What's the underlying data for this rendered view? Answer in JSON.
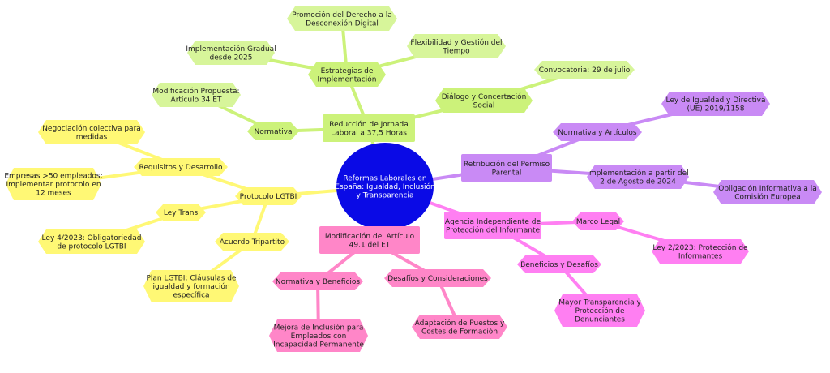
{
  "center": {
    "label": [
      "Reformas Laborales en",
      "España: Igualdad, Inclusión",
      "y Transparencia"
    ],
    "color": "#0a0ae6"
  },
  "colors": {
    "green": "#ccf27a",
    "lime": "#d7f59a",
    "yellow": "#fff875",
    "purple": "#c98af5",
    "pink": "#ff86c8",
    "magenta": "#ff7ff2"
  },
  "nodes": {
    "reduccion": [
      "Reducción de Jornada",
      "Laboral a 37,5 Horas"
    ],
    "estrategias": [
      "Estrategias de",
      "Implementación"
    ],
    "promocion": [
      "Promoción del Derecho a la",
      "Desconexión Digital"
    ],
    "flexibilidad": [
      "Flexibilidad y Gestión del",
      "Tiempo"
    ],
    "gradual": [
      "Implementación Gradual",
      "desde 2025"
    ],
    "dialogo": [
      "Diálogo y Concertación",
      "Social"
    ],
    "convocatoria": [
      "Convocatoria: 29 de julio"
    ],
    "normativa1": [
      "Normativa"
    ],
    "modificacion34": [
      "Modificación Propuesta:",
      "Artículo 34 ET"
    ],
    "retribucion": [
      "Retribución del Permiso",
      "Parental"
    ],
    "normArt": [
      "Normativa y Artículos"
    ],
    "leyIgualdad": [
      "Ley de Igualdad y Directiva",
      "(UE) 2019/1158"
    ],
    "implAgosto": [
      "Implementación a partir del",
      "2 de Agosto de 2024"
    ],
    "obligacion": [
      "Obligación Informativa a la",
      "Comisión Europea"
    ],
    "lgtbi": [
      "Protocolo LGTBI"
    ],
    "requisitos": [
      "Requisitos y Desarrollo"
    ],
    "negociacion": [
      "Negociación colectiva para",
      "medidas"
    ],
    "empresas": [
      "Empresas >50 empleados:",
      "Implementar protocolo en",
      "12 meses"
    ],
    "leyTrans": [
      "Ley Trans"
    ],
    "ley4": [
      "Ley 4/2023: Obligatoriedad",
      "de protocolo LGTBI"
    ],
    "acuerdo": [
      "Acuerdo Tripartito"
    ],
    "planLgtbi": [
      "Plan LGTBI: Cláusulas de",
      "igualdad y formación",
      "específica"
    ],
    "mod491": [
      "Modificación del Artículo",
      "49.1 del ET"
    ],
    "normBen": [
      "Normativa y Beneficios"
    ],
    "mejora": [
      "Mejora de Inclusión para",
      "Empleados con",
      "Incapacidad Permanente"
    ],
    "desafiosCons": [
      "Desafíos y Consideraciones"
    ],
    "adaptacion": [
      "Adaptación de Puestos y",
      "Costes de Formación"
    ],
    "agencia": [
      "Agencia Independiente de",
      "Protección del Informante"
    ],
    "marco": [
      "Marco Legal"
    ],
    "ley2": [
      "Ley 2/2023: Protección de",
      "Informantes"
    ],
    "beneficios": [
      "Beneficios y Desafíos"
    ],
    "mayor": [
      "Mayor Transparencia y",
      "Protección de",
      "Denunciantes"
    ]
  }
}
